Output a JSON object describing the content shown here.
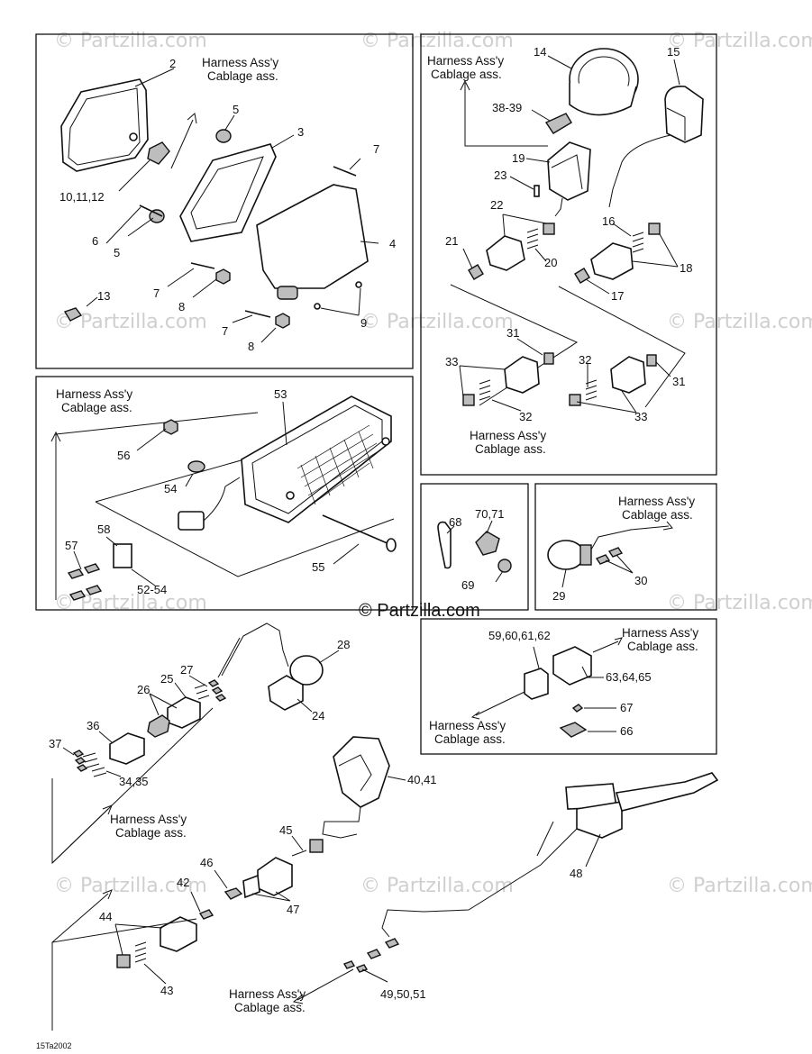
{
  "watermark": "© Partzilla.com",
  "brand": "© Partzilla.com",
  "diagram_code": "15Ta2002",
  "harness_en": "Harness Ass'y",
  "harness_fr": "Cablage ass.",
  "callouts": {
    "c2": "2",
    "c3": "3",
    "c4": "4",
    "c5a": "5",
    "c5b": "5",
    "c6": "6",
    "c7a": "7",
    "c7b": "7",
    "c7c": "7",
    "c8a": "8",
    "c8b": "8",
    "c9": "9",
    "c101112": "10,11,12",
    "c13": "13",
    "c14": "14",
    "c15": "15",
    "c3839": "38-39",
    "c19": "19",
    "c23": "23",
    "c22": "22",
    "c21": "21",
    "c20": "20",
    "c16": "16",
    "c18": "18",
    "c17": "17",
    "c31a": "31",
    "c31b": "31",
    "c33a": "33",
    "c33b": "33",
    "c32a": "32",
    "c32b": "32",
    "c53": "53",
    "c56": "56",
    "c54": "54",
    "c58": "58",
    "c57": "57",
    "c55": "55",
    "c5254": "52-54",
    "c68": "68",
    "c7071": "70,71",
    "c69": "69",
    "c29": "29",
    "c30": "30",
    "c59_62": "59,60,61,62",
    "c63_65": "63,64,65",
    "c67": "67",
    "c66": "66",
    "c28": "28",
    "c27": "27",
    "c25": "25",
    "c26": "26",
    "c24": "24",
    "c36": "36",
    "c37": "37",
    "c3435": "34,35",
    "c4041": "40,41",
    "c45": "45",
    "c46": "46",
    "c42": "42",
    "c47": "47",
    "c44": "44",
    "c43": "43",
    "c48": "48",
    "c495051": "49,50,51"
  }
}
